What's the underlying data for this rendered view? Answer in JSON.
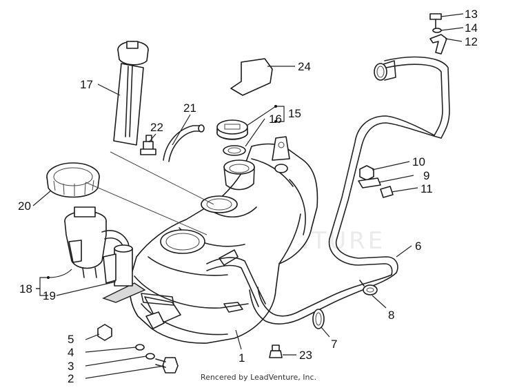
{
  "callouts": {
    "c1": "1",
    "c2": "2",
    "c3": "3",
    "c4": "4",
    "c5": "5",
    "c6": "6",
    "c7": "7",
    "c8": "8",
    "c9": "9",
    "c10": "10",
    "c11": "11",
    "c12": "12",
    "c13": "13",
    "c14": "14",
    "c15": "15",
    "c16": "16",
    "c17": "17",
    "c18": "18",
    "c19": "19",
    "c20": "20",
    "c21": "21",
    "c22": "22",
    "c23": "23",
    "c24": "24"
  },
  "watermark": "LEADVENTURE",
  "footer": "Rencered by LeadVenture, Inc."
}
